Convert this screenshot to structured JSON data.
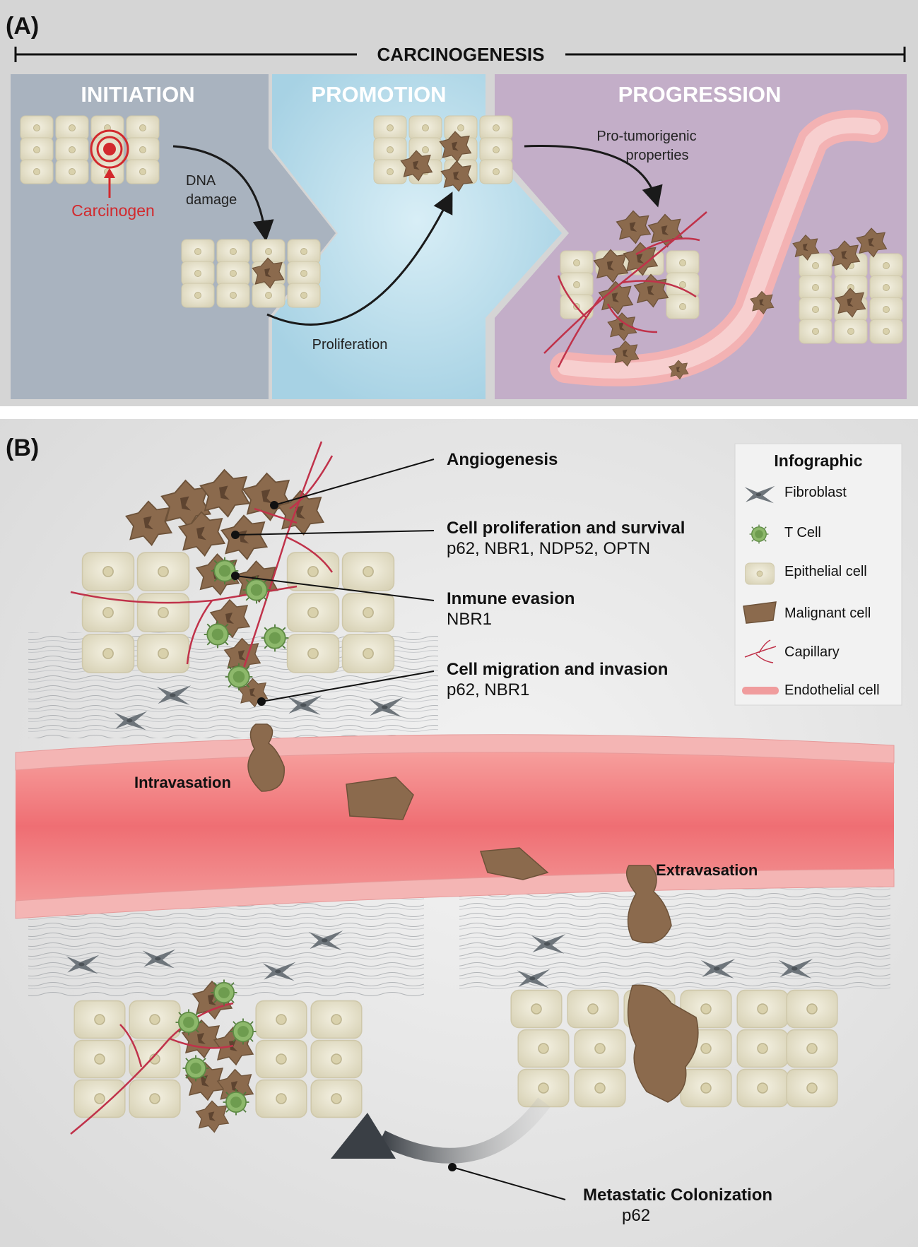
{
  "panel_a": {
    "label": "(A)",
    "title": "CARCINOGENESIS",
    "stages": {
      "initiation": "INITIATION",
      "promotion": "PROMOTION",
      "progression": "PROGRESSION"
    },
    "carcinogen": "Carcinogen",
    "dna_damage_line1": "DNA",
    "dna_damage_line2": "damage",
    "proliferation": "Proliferation",
    "pro_tumor_line1": "Pro-tumorigenic",
    "pro_tumor_line2": "properties"
  },
  "panel_b": {
    "label": "(B)",
    "angiogenesis": "Angiogenesis",
    "cell_prolif_title": "Cell proliferation and survival",
    "cell_prolif_genes": "p62, NBR1, NDP52, OPTN",
    "immune_title": "Inmune evasion",
    "immune_genes": "NBR1",
    "migration_title": "Cell migration and invasion",
    "migration_genes": "p62, NBR1",
    "intravasation": "Intravasation",
    "extravasation": "Extravasation",
    "metastatic_title": "Metastatic Colonization",
    "metastatic_genes": "p62",
    "legend": {
      "title": "Infographic",
      "items": [
        {
          "label": "Fibroblast",
          "icon": "fibroblast-icon"
        },
        {
          "label": "T Cell",
          "icon": "t-cell-icon"
        },
        {
          "label": "Epithelial cell",
          "icon": "epithelial-cell-icon"
        },
        {
          "label": "Malignant cell",
          "icon": "malignant-cell-icon"
        },
        {
          "label": "Capillary",
          "icon": "capillary-icon"
        },
        {
          "label": "Endothelial cell",
          "icon": "endothelial-cell-icon"
        }
      ]
    }
  },
  "colors": {
    "initiation_bg": "#a9b3bf",
    "promotion_bg": "#a8d4e6",
    "progression_bg": "#c3aec8",
    "vessel": "#f07f80",
    "malignant": "#8b6a4d",
    "epithelial": "#e5e0c9",
    "tcell": "#7da95f",
    "fibroblast": "#6e757b",
    "capillary": "#c0324a",
    "carcinogen": "#d2292d"
  }
}
